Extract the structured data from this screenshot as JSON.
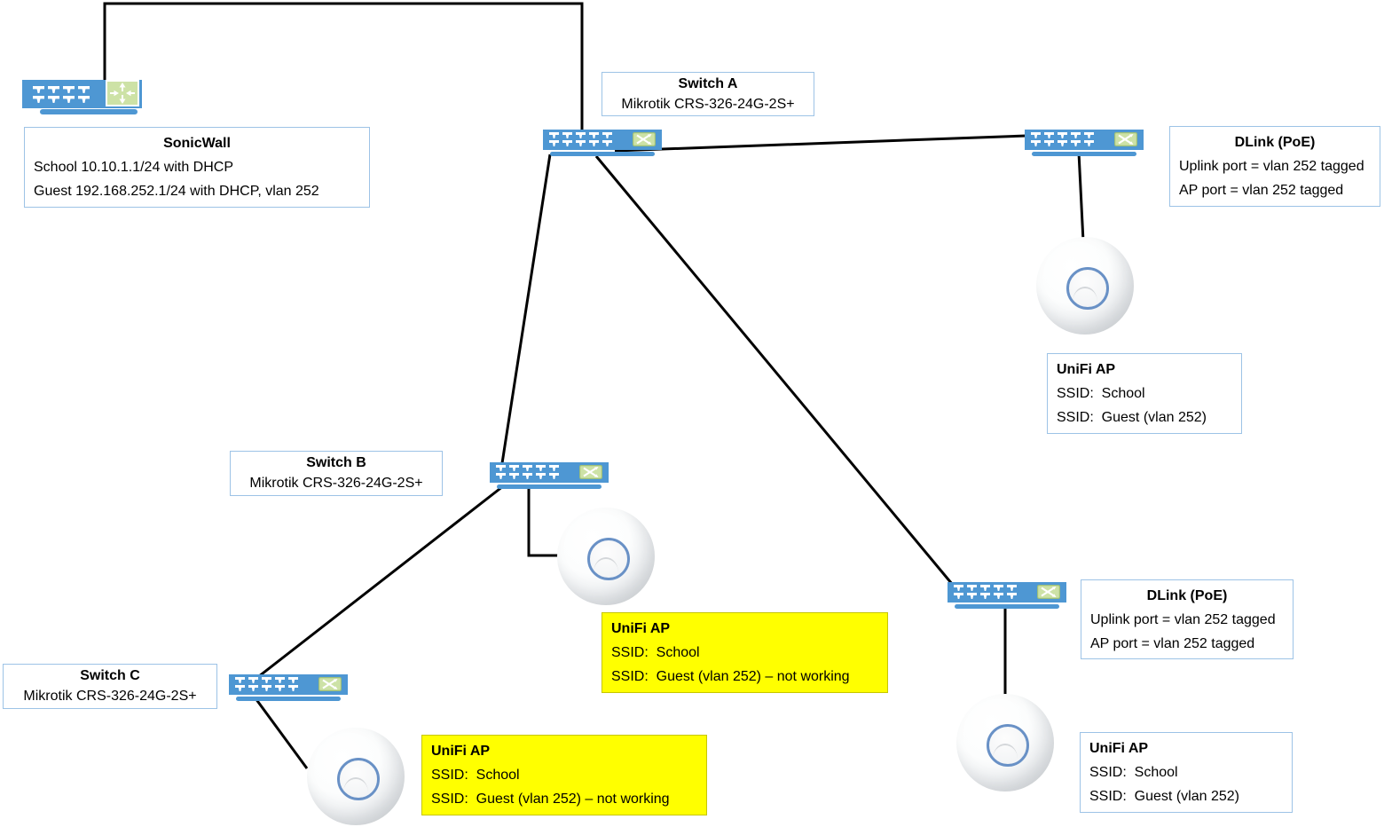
{
  "colors": {
    "device_blue": "#4E97D3",
    "symbol_green_fill": "#CDE2A6",
    "symbol_green_border": "#9DBF79",
    "label_box_border": "#9DC3E6",
    "highlight_yellow": "#FFFF00",
    "wire_black": "#000000",
    "ap_ring_blue": "#6991C6"
  },
  "devices": {
    "sonicwall": {
      "title": "SonicWall",
      "lines": [
        "School 10.10.1.1/24 with DHCP",
        "Guest 192.168.252.1/24 with DHCP, vlan 252"
      ],
      "icon": "firewall-router"
    },
    "switch_a": {
      "title": "Switch A",
      "lines": [
        "Mikrotik CRS-326-24G-2S+"
      ],
      "icon": "switch"
    },
    "switch_b": {
      "title": "Switch B",
      "lines": [
        "Mikrotik CRS-326-24G-2S+"
      ],
      "icon": "switch"
    },
    "switch_c": {
      "title": "Switch C",
      "lines": [
        "Mikrotik CRS-326-24G-2S+"
      ],
      "icon": "switch"
    },
    "dlink_top": {
      "title": "DLink (PoE)",
      "lines": [
        "Uplink port = vlan 252 tagged",
        "AP port = vlan 252 tagged"
      ],
      "icon": "switch"
    },
    "dlink_bottom": {
      "title": "DLink (PoE)",
      "lines": [
        "Uplink port = vlan 252 tagged",
        "AP port = vlan 252 tagged"
      ],
      "icon": "switch"
    },
    "unifi_top_right": {
      "title": "UniFi AP",
      "lines": [
        "SSID:  School",
        "SSID:  Guest (vlan 252)"
      ],
      "icon": "access-point",
      "highlighted": false
    },
    "unifi_middle": {
      "title": "UniFi AP",
      "lines": [
        "SSID:  School",
        "SSID:  Guest (vlan 252) – not working"
      ],
      "icon": "access-point",
      "highlighted": true
    },
    "unifi_bottom_left": {
      "title": "UniFi AP",
      "lines": [
        "SSID:  School",
        "SSID:  Guest (vlan 252) – not working"
      ],
      "icon": "access-point",
      "highlighted": true
    },
    "unifi_bottom_right": {
      "title": "UniFi AP",
      "lines": [
        "SSID:  School",
        "SSID:  Guest (vlan 252)"
      ],
      "icon": "access-point",
      "highlighted": false
    }
  },
  "connections": [
    {
      "from": "sonicwall",
      "to": "switch_a"
    },
    {
      "from": "switch_a",
      "to": "dlink_top"
    },
    {
      "from": "switch_a",
      "to": "switch_b"
    },
    {
      "from": "switch_a",
      "to": "dlink_bottom"
    },
    {
      "from": "dlink_top",
      "to": "unifi_top_right"
    },
    {
      "from": "switch_b",
      "to": "unifi_middle"
    },
    {
      "from": "switch_b",
      "to": "switch_c"
    },
    {
      "from": "switch_c",
      "to": "unifi_bottom_left"
    },
    {
      "from": "dlink_bottom",
      "to": "unifi_bottom_right"
    }
  ]
}
